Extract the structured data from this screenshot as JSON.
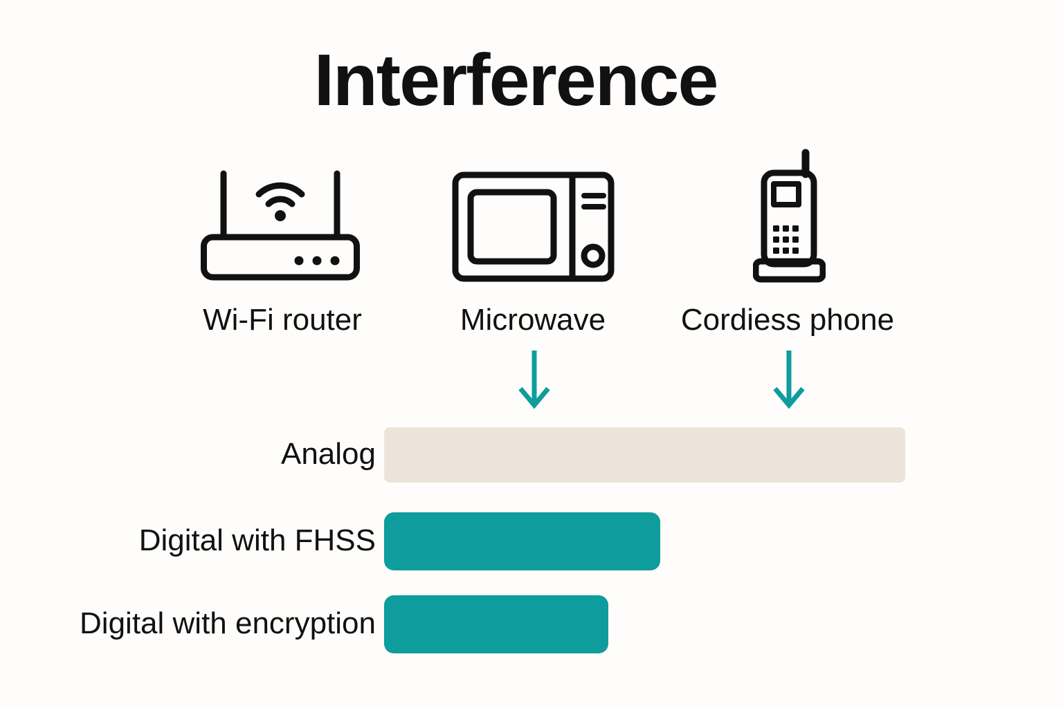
{
  "header": {
    "title": "Interference"
  },
  "colors": {
    "teal": "#0f9c9c",
    "beige": "#ece4d8",
    "text": "#111111",
    "icon": "#111111",
    "background": "#fefdfb"
  },
  "devices": [
    {
      "label": "Wi-Fi router",
      "icon": "wifi-router-icon"
    },
    {
      "label": "Microwave",
      "icon": "microwave-icon"
    },
    {
      "label": "Cordiess phone",
      "icon": "cordless-phone-icon"
    }
  ],
  "arrows": [
    {
      "icon": "down-arrow-icon",
      "from": "Microwave",
      "to": "Analog bar"
    },
    {
      "icon": "down-arrow-icon",
      "from": "Cordiess phone",
      "to": "Analog bar"
    }
  ],
  "chart_data": {
    "type": "bar",
    "orientation": "horizontal",
    "title": "Interference",
    "categories": [
      "Analog",
      "Digital with FHSS",
      "Digital with encryption"
    ],
    "values": [
      100,
      53,
      43
    ],
    "units": "relative bar length, percent of longest bar (no numeric axis shown)",
    "bar_colors": [
      "beige",
      "teal",
      "teal"
    ],
    "xlabel": "",
    "ylabel": "",
    "grid": false,
    "legend": "none",
    "annotations": [
      "teal down arrow from Microwave icon pointing to Analog bar",
      "teal down arrow from Cordiess phone icon pointing to Analog bar"
    ]
  }
}
